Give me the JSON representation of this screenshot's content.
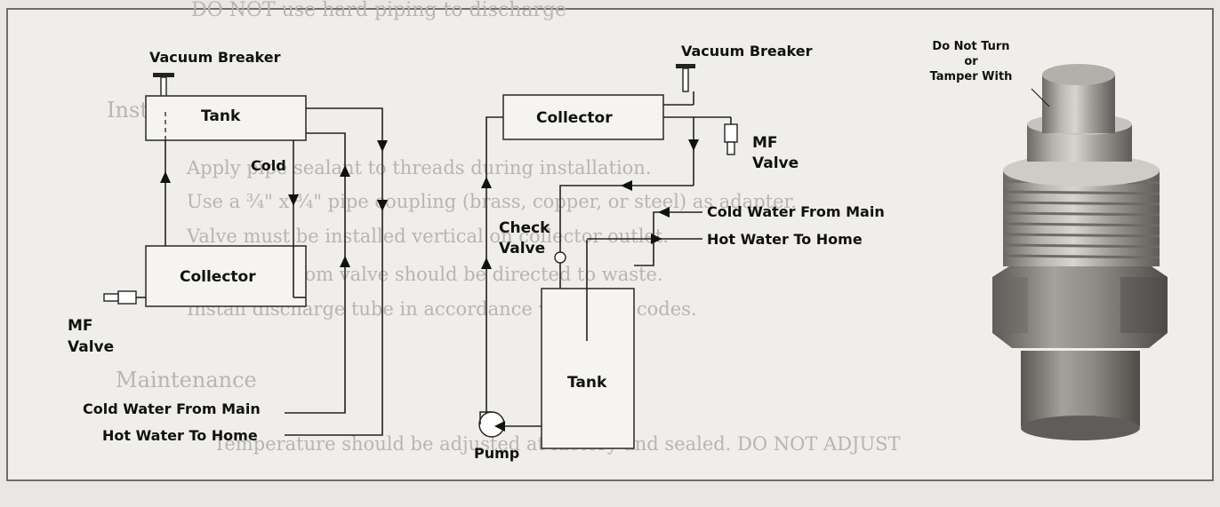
{
  "background_text": {
    "line_top": "DO NOT use hard piping to discharge",
    "heading_installation": "Installation",
    "bullets": [
      "Apply pipe sealant to threads during installation.",
      "Use a ¾\" x ¾\" pipe coupling (brass, copper, or steel) as adapter.",
      "Valve must be installed vertical on collector outlet.",
      "Discharge from valve should be directed to waste.",
      "Install discharge tube in accordance with local codes."
    ],
    "heading_maintenance": "Maintenance",
    "maintenance_line": "Temperature should be adjusted at factory and sealed. DO NOT ADJUST"
  },
  "left_diagram": {
    "vacuum_breaker": "Vacuum Breaker",
    "tank": "Tank",
    "cold": "Cold",
    "collector": "Collector",
    "mf_valve": [
      "MF",
      "Valve"
    ],
    "cold_water_from_main": "Cold Water From Main",
    "hot_water_to_home": "Hot Water To Home"
  },
  "right_diagram": {
    "vacuum_breaker": "Vacuum Breaker",
    "collector": "Collector",
    "mf_valve": [
      "MF",
      "Valve"
    ],
    "check_valve": [
      "Check",
      "Valve"
    ],
    "cold_water_from_main": "Cold Water From Main",
    "hot_water_to_home": "Hot Water To Home",
    "tank": "Tank",
    "pump": "Pump"
  },
  "valve_photo": {
    "warning": [
      "Do Not Turn",
      "or",
      "Tamper With"
    ]
  }
}
